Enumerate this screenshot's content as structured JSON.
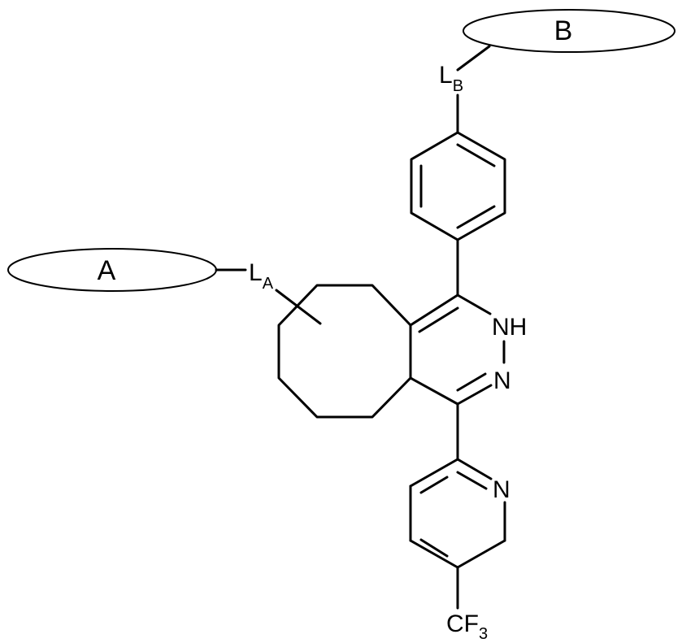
{
  "diagram": {
    "group_a": "A",
    "group_b": "B",
    "linker_a": {
      "main": "L",
      "sub": "A"
    },
    "linker_b": {
      "main": "L",
      "sub": "B"
    },
    "atoms": {
      "nh": "NH",
      "n_ring": "N",
      "n_pyridine": "N",
      "cf3": {
        "main": "CF",
        "sub": "3"
      }
    }
  }
}
